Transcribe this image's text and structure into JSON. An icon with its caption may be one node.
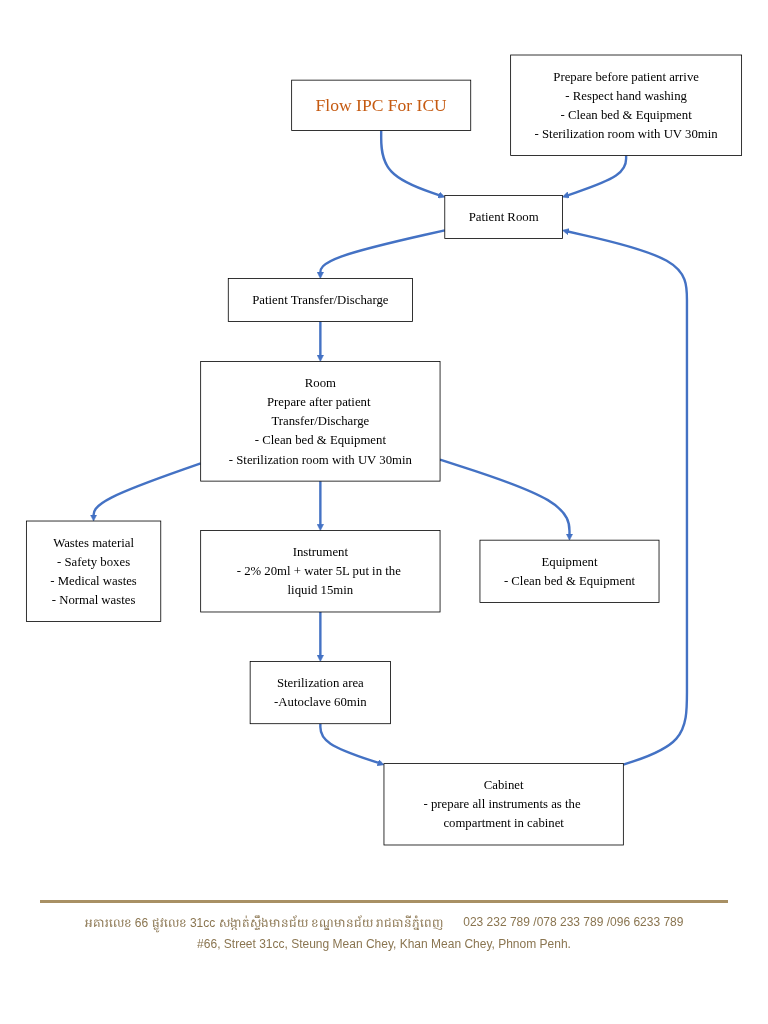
{
  "diagram": {
    "nodes": [
      {
        "text": [
          "Flow IPC For ICU"
        ]
      },
      {
        "text": [
          "Prepare before patient arrive",
          "- Respect hand washing",
          "- Clean bed & Equipment",
          "- Sterilization room with UV 30min"
        ]
      },
      {
        "text": [
          "Patient Room"
        ]
      },
      {
        "text": [
          "Cabinet",
          "- prepare all instruments as the compartment in cabinet"
        ]
      },
      {
        "text": [
          "Patient Transfer/Discharge"
        ]
      },
      {
        "text": [
          "Room",
          "Prepare after patient Transfer/Discharge",
          "- Clean bed & Equipment",
          "- Sterilization room with UV 30min"
        ]
      },
      {
        "text": [
          "Sterilization area",
          "-Autoclave 60min"
        ]
      },
      {
        "text": [
          "Wastes material",
          "-  Safety boxes",
          "- Medical wastes",
          "- Normal wastes"
        ]
      },
      {
        "text": [
          "Instrument",
          "- 2% 20ml + water 5L put in the liquid 15min"
        ]
      },
      {
        "text": [
          "Equipment",
          "- Clean bed & Equipment"
        ]
      }
    ],
    "edges": [
      {
        "from": 0,
        "to": 2,
        "arrow": "to"
      },
      {
        "from": 1,
        "to": 2,
        "arrow": "to"
      },
      {
        "from": 2,
        "to": 4,
        "arrow": "to"
      },
      {
        "from": 4,
        "to": 5,
        "arrow": "to"
      },
      {
        "from": 5,
        "to": 7,
        "arrow": "to"
      },
      {
        "from": 5,
        "to": 8,
        "arrow": "to"
      },
      {
        "from": 5,
        "to": 9,
        "arrow": "to"
      },
      {
        "from": 8,
        "to": 6,
        "arrow": "to"
      },
      {
        "from": 6,
        "to": 3,
        "arrow": "to"
      },
      {
        "from": 3,
        "to": 2,
        "arrow": "to"
      }
    ],
    "labels": [
      "អគារលេខ 66 ផ្លូវលេខ 31cc សង្កាត់ស្ទឹងមានជ័យ ខណ្ឌមានជ័យ រាជធានីភ្នំពេញ",
      "023 232 789 /078 233 789 /096 6233 789",
      "#66, Street 31cc, Steung Mean Chey, Khan Mean Chey, Phnom Penh."
    ]
  }
}
